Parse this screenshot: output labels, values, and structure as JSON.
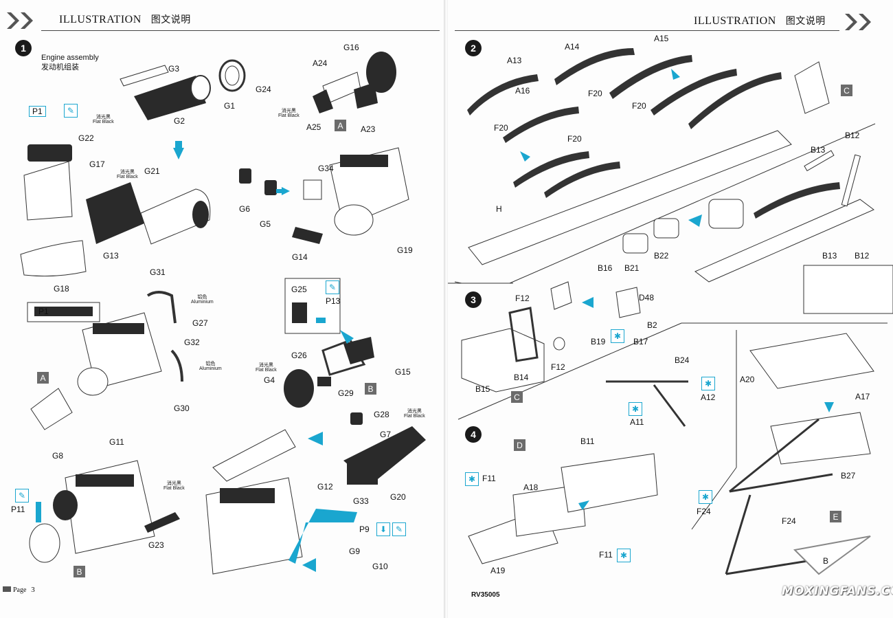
{
  "header": {
    "title_en": "ILLUSTRATION",
    "title_cn": "图文说明"
  },
  "steps": {
    "s1": "1",
    "s2": "2",
    "s3": "3",
    "s4": "4"
  },
  "step1": {
    "caption_en": "Engine assembly",
    "caption_cn": "发动机组装",
    "labels": {
      "G3": "G3",
      "G24": "G24",
      "G1": "G1",
      "G2": "G2",
      "P1": "P1",
      "G22": "G22",
      "G17": "G17",
      "G21": "G21",
      "G13": "G13",
      "G18": "G18",
      "G16": "G16",
      "A24": "A24",
      "A25": "A25",
      "A23": "A23",
      "G34": "G34",
      "G6": "G6",
      "G5": "G5",
      "G14": "G14",
      "G19": "G19",
      "G31": "G31",
      "G27": "G27",
      "G32": "G32",
      "G30": "G30",
      "P1b": "P1",
      "G25": "G25",
      "P13": "P13",
      "G26": "G26",
      "G15": "G15",
      "G4": "G4",
      "G29": "G29",
      "G28": "G28",
      "G7": "G7",
      "G12": "G12",
      "G33": "G33",
      "G20": "G20",
      "G11": "G11",
      "G8": "G8",
      "P11": "P11",
      "G23": "G23",
      "P9": "P9",
      "G9": "G9",
      "G10": "G10"
    },
    "paint": {
      "flat_black_en": "Flat Black",
      "flat_black_cn": "消光黑",
      "aluminium_en": "Aluminium",
      "aluminium_cn": "铝色"
    },
    "boxes": {
      "A_top": "A",
      "A_left": "A",
      "B_mid": "B",
      "B_bottom": "B"
    }
  },
  "step2": {
    "labels": {
      "A13": "A13",
      "A14": "A14",
      "A15": "A15",
      "A16": "A16",
      "F20a": "F20",
      "F20b": "F20",
      "F20c": "F20",
      "F20d": "F20",
      "H": "H",
      "B13": "B13",
      "B12": "B12",
      "B21": "B21",
      "B22": "B22",
      "B13b": "B13",
      "B12b": "B12"
    },
    "boxes": {
      "C": "C"
    }
  },
  "step3": {
    "labels": {
      "F12a": "F12",
      "B16": "B16",
      "D48": "D48",
      "B19": "B19",
      "B17": "B17",
      "B2": "B2",
      "B14": "B14",
      "F12b": "F12",
      "B15": "B15"
    },
    "boxes": {
      "C": "C"
    }
  },
  "step4": {
    "labels": {
      "B24": "B24",
      "A12": "A12",
      "A11": "A11",
      "B11": "B11",
      "F11a": "F11",
      "A18": "A18",
      "A19": "A19",
      "F11b": "F11",
      "A20": "A20",
      "A17": "A17",
      "B27": "B27",
      "F24a": "F24",
      "F24b": "F24",
      "B": "B"
    },
    "boxes": {
      "D": "D",
      "E": "E"
    }
  },
  "footer": {
    "page_label": "Page",
    "page_number": "3",
    "code": "RV35005",
    "watermark": "MOXINGFANS.COM"
  },
  "colors": {
    "accent_cyan": "#1aa6cf",
    "part_dark": "#2a2a2a",
    "box_gray": "#6b6b6b"
  }
}
